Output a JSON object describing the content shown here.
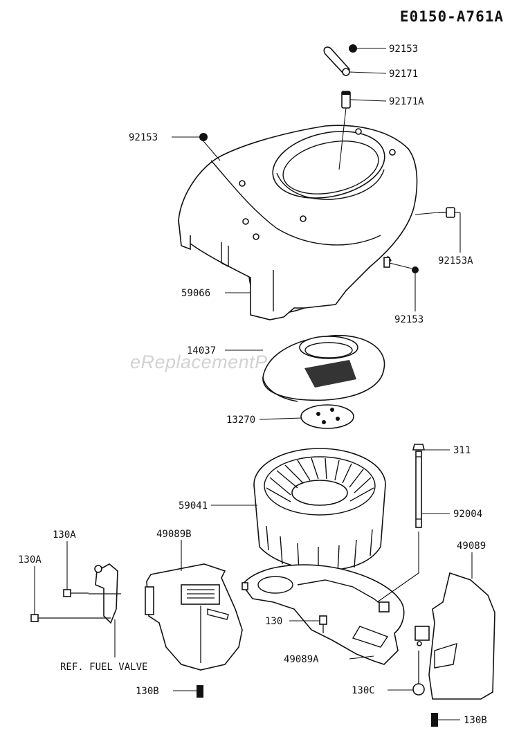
{
  "diagram_code": "E0150-A761A",
  "watermark": "eReplacementParts.com",
  "parts": {
    "p92153_top": "92153",
    "p92171": "92171",
    "p92171A": "92171A",
    "p92153_left": "92153",
    "p92153A": "92153A",
    "p59066": "59066",
    "p92153_right": "92153",
    "p14037": "14037",
    "p13270": "13270",
    "p311": "311",
    "p59041": "59041",
    "p92004": "92004",
    "p49089B": "49089B",
    "p49089": "49089",
    "p130A_top": "130A",
    "p130A_left": "130A",
    "p130": "130",
    "p49089A": "49089A",
    "ref_fuel_valve": "REF. FUEL VALVE",
    "p130B_left": "130B",
    "p130C": "130C",
    "p130B_right": "130B"
  }
}
